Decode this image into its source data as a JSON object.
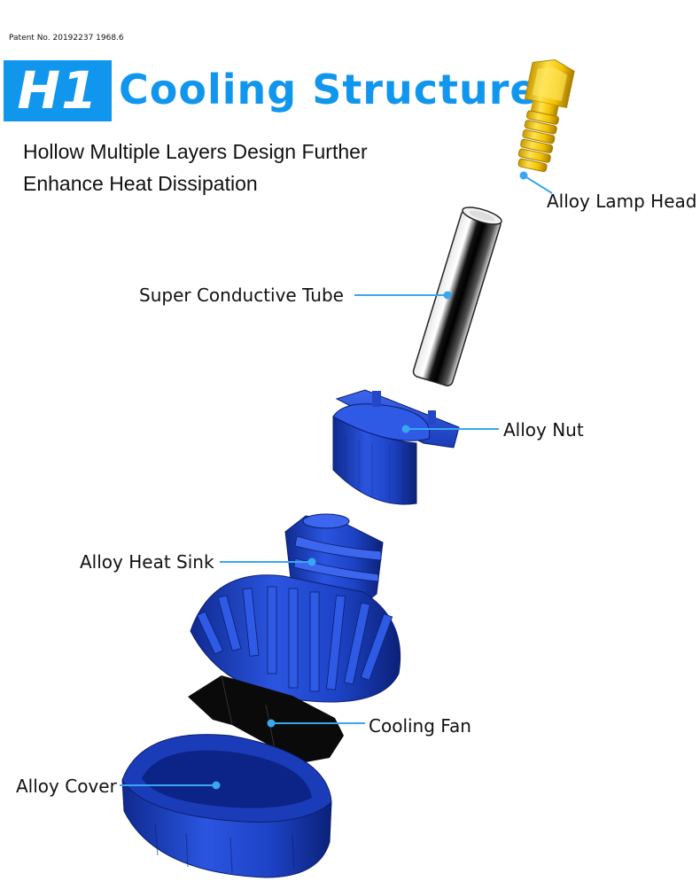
{
  "patent": "Patent No. 20192237 1968.6",
  "badge": "H1",
  "title": "Cooling Structure",
  "subtitle": {
    "line1": "Hollow Multiple Layers Design Further",
    "line2": "Enhance Heat Dissipation"
  },
  "labels": {
    "lamp_head": "Alloy Lamp Head",
    "tube": "Super Conductive Tube",
    "nut": "Alloy Nut",
    "heat_sink": "Alloy Heat Sink",
    "fan": "Cooling Fan",
    "cover": "Alloy Cover"
  },
  "colors": {
    "accent": "#1196ee",
    "part_blue": "#1d43c6",
    "lamp_gold": "#f2c300"
  }
}
